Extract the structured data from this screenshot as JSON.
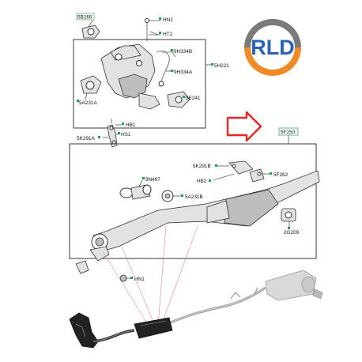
{
  "logo": {
    "text": "RLD",
    "colors": {
      "ring_top": "#7a7a7a",
      "ring_bottom": "#f08a24",
      "text": "#2a63b8"
    }
  },
  "callouts": {
    "c_5b266": "5B266",
    "c_hn2": "HN2",
    "c_ht1": "HT1",
    "c_9h334b": "9H334B",
    "c_5h221": "5H221",
    "c_9h334a": "9H334A",
    "c_5e241": "5E241",
    "c_5a231a": "5A231A",
    "c_hb1": "HB1",
    "c_5k291a": "5K291A",
    "c_hs1": "HS1",
    "c_5f250": "5F250",
    "c_5k291b": "5K291B",
    "c_5f262": "5F262",
    "c_hb2": "HB2",
    "c_9n497": "9N497",
    "c_5a231b": "5A231B",
    "c_2g209": "2G209",
    "c_hn1": "HN1"
  },
  "colors": {
    "callout_marker": "#1aa64a",
    "highlight_arrow": "#e32626",
    "ghost_lines": "#e06a6a"
  }
}
